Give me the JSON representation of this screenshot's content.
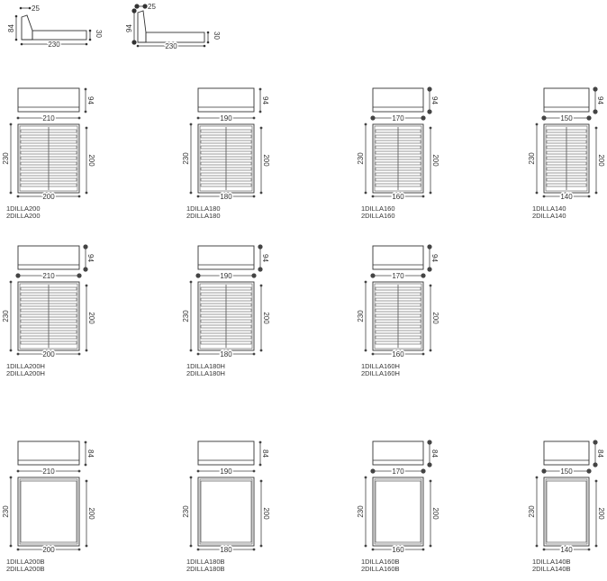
{
  "side_views": [
    {
      "id": "side-standard",
      "dims": {
        "headboard_depth": "25",
        "headboard_height": "84",
        "length": "230",
        "frame_height": "30"
      }
    },
    {
      "id": "side-high",
      "dims": {
        "headboard_depth": "25",
        "headboard_height": "94",
        "length": "230",
        "frame_height": "30"
      }
    }
  ],
  "rows": [
    {
      "id": "row-standard",
      "head_height": "94",
      "models": [
        {
          "width": "210",
          "depth": "230",
          "mattress_length": "200",
          "mattress_width": "200",
          "codes": [
            "1DILLA200",
            "2DILLA200"
          ]
        },
        {
          "width": "190",
          "depth": "230",
          "mattress_length": "200",
          "mattress_width": "180",
          "codes": [
            "1DILLA180",
            "2DILLA180"
          ]
        },
        {
          "width": "170",
          "depth": "230",
          "mattress_length": "200",
          "mattress_width": "160",
          "codes": [
            "1DILLA160",
            "2DILLA160"
          ]
        },
        {
          "width": "150",
          "depth": "230",
          "mattress_length": "200",
          "mattress_width": "140",
          "codes": [
            "1DILLA140",
            "2DILLA140"
          ]
        }
      ]
    },
    {
      "id": "row-high",
      "head_height": "94",
      "models": [
        {
          "width": "210",
          "depth": "230",
          "mattress_length": "200",
          "mattress_width": "200",
          "codes": [
            "1DILLA200H",
            "2DILLA200H"
          ]
        },
        {
          "width": "190",
          "depth": "230",
          "mattress_length": "200",
          "mattress_width": "180",
          "codes": [
            "1DILLA180H",
            "2DILLA180H"
          ]
        },
        {
          "width": "170",
          "depth": "230",
          "mattress_length": "200",
          "mattress_width": "160",
          "codes": [
            "1DILLA160H",
            "2DILLA160H"
          ]
        }
      ]
    },
    {
      "id": "row-base",
      "head_height": "84",
      "models": [
        {
          "width": "210",
          "depth": "230",
          "mattress_length": "200",
          "mattress_width": "200",
          "codes": [
            "1DILLA200B",
            "2DILLA200B"
          ]
        },
        {
          "width": "190",
          "depth": "230",
          "mattress_length": "200",
          "mattress_width": "180",
          "codes": [
            "1DILLA180B",
            "2DILLA180B"
          ]
        },
        {
          "width": "170",
          "depth": "230",
          "mattress_length": "200",
          "mattress_width": "160",
          "codes": [
            "1DILLA160B",
            "2DILLA160B"
          ]
        },
        {
          "width": "150",
          "depth": "230",
          "mattress_length": "200",
          "mattress_width": "140",
          "codes": [
            "1DILLA140B",
            "2DILLA140B"
          ]
        }
      ]
    }
  ],
  "colors": {
    "line": "#333333",
    "slat": "#555555",
    "dim": "#444444"
  }
}
